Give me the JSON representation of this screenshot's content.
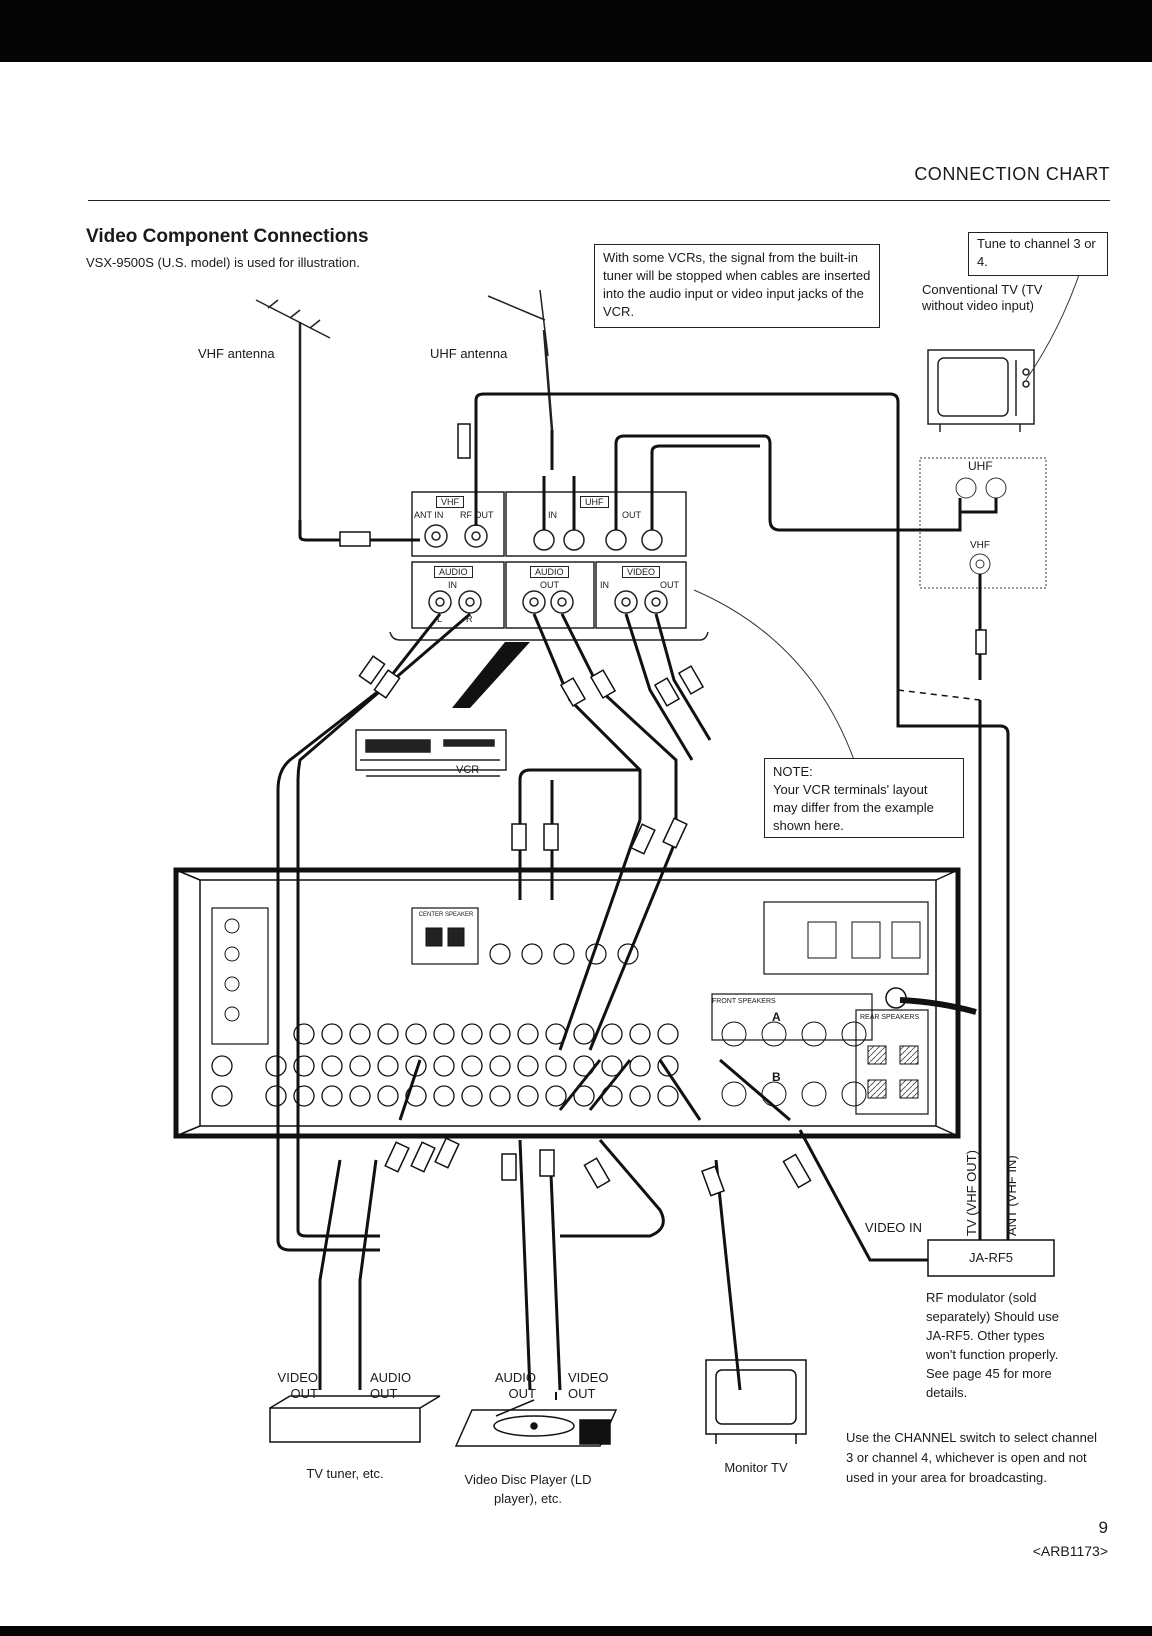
{
  "header": {
    "section": "CONNECTION CHART"
  },
  "title": "Video Component Connections",
  "subtitle": "VSX-9500S (U.S. model) is used for illustration.",
  "notes": {
    "vcr_tuner": "With some VCRs, the signal from the built-in tuner will be stopped when cables are inserted into the audio input or video input jacks of the VCR.",
    "tune_channel": "Tune to channel 3 or 4.",
    "vcr_layout_title": "NOTE:",
    "vcr_layout": "Your VCR terminals' layout may differ from the example shown here."
  },
  "antennas": {
    "vhf": "VHF antenna",
    "uhf": "UHF antenna"
  },
  "tv": {
    "label": "Conventional TV (TV without video input)",
    "uhf": "UHF",
    "vhf": "VHF"
  },
  "vcr": {
    "name": "VCR",
    "vhf_box": "VHF",
    "uhf_box": "UHF",
    "ant_in": "ANT IN",
    "rf_out": "RF OUT",
    "uhf_in": "IN",
    "uhf_out": "OUT",
    "audio_in_box": "AUDIO",
    "audio_in": "IN",
    "audio_out_box": "AUDIO",
    "audio_out": "OUT",
    "video_box": "VIDEO",
    "video_in": "IN",
    "video_out": "OUT",
    "l": "L",
    "r": "R"
  },
  "rf_modulator": {
    "name": "JA-RF5",
    "video_in": "VIDEO IN",
    "tv_vhf_out": "TV (VHF OUT)",
    "ant_vhf_in": "ANT (VHF IN)",
    "desc": "RF modulator (sold separately) Should use JA-RF5. Other types won't function properly. See page 45 for more details.",
    "channel_note": "Use the CHANNEL switch to select channel 3 or channel 4, whichever is open and not used in your area for broadcasting."
  },
  "receiver": {
    "front_speakers": "FRONT SPEAKERS",
    "rear_speakers": "REAR SPEAKERS",
    "center_speaker": "CENTER SPEAKER",
    "a": "A",
    "b": "B"
  },
  "devices": {
    "tv_tuner": "TV tuner, etc.",
    "tv_tuner_video": "VIDEO OUT",
    "tv_tuner_audio": "AUDIO OUT",
    "ld_player": "Video Disc Player (LD player), etc.",
    "ld_audio": "AUDIO OUT",
    "ld_video": "VIDEO OUT",
    "monitor": "Monitor TV"
  },
  "footer": {
    "page": "9",
    "code": "<ARB1173>"
  }
}
